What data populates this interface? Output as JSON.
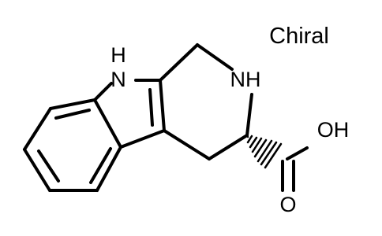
{
  "molecule": {
    "chiral_flag": "Chiral",
    "atoms": {
      "indole_nh": "H",
      "indole_n": "N",
      "ring_nh": "NH",
      "acid_oh": "OH",
      "acid_o": "O"
    }
  }
}
